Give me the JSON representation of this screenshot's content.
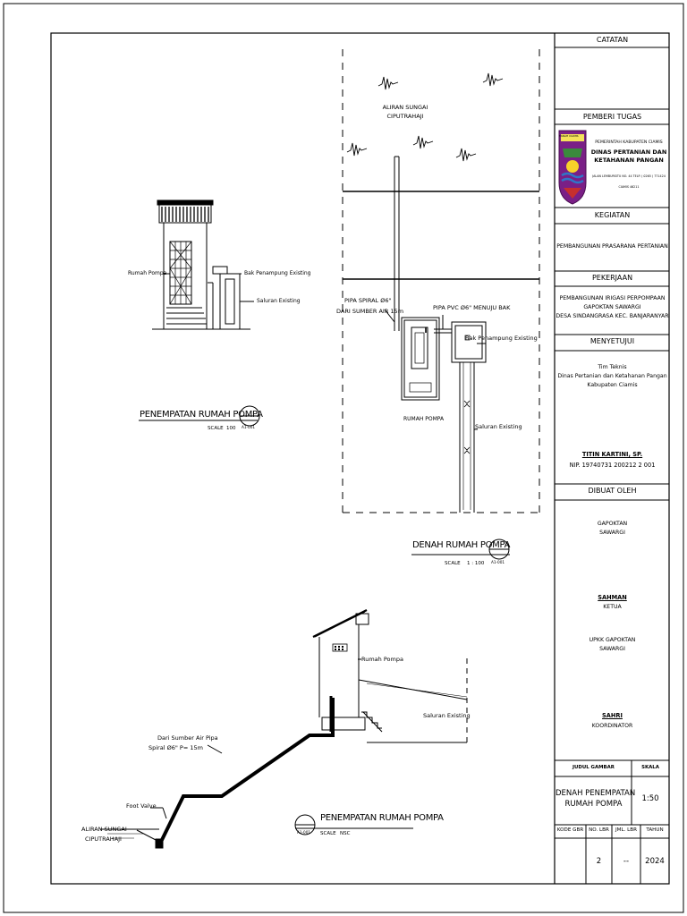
{
  "panels": {
    "catatan_title": "CATATAN",
    "pemberi_tugas_title": "PEMBERI TUGAS",
    "kegiatan_title": "KEGIATAN",
    "pekerjaan_title": "PEKERJAAN",
    "menyetujui_title": "MENYETUJUI",
    "dibuat_oleh_title": "DIBUAT OLEH"
  },
  "pemberi_tugas": {
    "logo_label": "TANAH CIAMIS",
    "line1": "PEMERINTAH KABUPATEN CIAMIS",
    "line2": "DINAS PERTANIAN DAN",
    "line3": "KETAHANAN PANGAN",
    "address1": "JALAN LEMBURSITU NO. 44 TELP. ( 0265 ) 771424",
    "address2": "CIAMIS 46211"
  },
  "kegiatan": {
    "text": "PEMBANGUNAN PRASARANA PERTANIAN"
  },
  "pekerjaan": {
    "line1": "PEMBANGUNAN IRIGASI PERPOMPAAN",
    "line2": "GAPOKTAN SAWARGI",
    "line3": "DESA SINDANGRASA KEC. BANJARANYAR"
  },
  "menyetujui": {
    "line1": "Tim Teknis",
    "line2": "Dinas Pertanian dan Ketahanan Pangan",
    "line3": "Kabupaten Ciamis",
    "name": "TITIN KARTINI, SP.",
    "nip": "NIP. 19740731 200212 2 001"
  },
  "dibuat_oleh": {
    "org1_line1": "GAPOKTAN",
    "org1_line2": "SAWARGI",
    "person1_name": "SAHMAN",
    "person1_role": "KETUA",
    "org2_line1": "UPKK GAPOKTAN",
    "org2_line2": "SAWARGI",
    "person2_name": "SAHRI",
    "person2_role": "KOORDINATOR"
  },
  "title_block": {
    "judul_label": "JUDUL GAMBAR",
    "skala_label": "SKALA",
    "judul_line1": "DENAH PENEMPATAN",
    "judul_line2": "RUMAH POMPA",
    "skala_value": "1:50",
    "kode_label": "KODE GBR",
    "no_lbr_label": "NO. LBR",
    "jml_lbr_label": "JML. LBR",
    "tahun_label": "TAHUN",
    "no_lbr_value": "2",
    "jml_lbr_value": "--",
    "tahun_value": "2024"
  },
  "drawing_top_left": {
    "label_rumah_pompa": "Rumah Pompa",
    "label_bak": "Bak Penampung Existing",
    "label_saluran": "Saluran Existing",
    "title": "PENEMPATAN RUMAH POMPA",
    "scale_text": "SCALE",
    "scale_value": "100",
    "ref": "A1-001"
  },
  "drawing_top_right": {
    "label_sungai_1": "ALIRAN SUNGAI",
    "label_sungai_2": "CIPUTRAHAJI",
    "label_pipa_spiral_1": "PIPA SPIRAL Ø6\"",
    "label_pipa_spiral_2": "DARI SUMBER AIR 15m",
    "label_pipa_pvc": "PIPA PVC Ø6\" MENUJU BAK",
    "label_bak": "Bak Penampung Existing",
    "label_rumah": "RUMAH POMPA",
    "label_saluran": "Saluran Existing",
    "title": "DENAH RUMAH POMPA",
    "scale_text": "SCALE",
    "scale_value": "1 : 100",
    "ref": "A1-001"
  },
  "drawing_bottom": {
    "label_rumah_pompa": "Rumah Pompa",
    "label_saluran": "Saluran Existing",
    "label_sumber_1": "Dari Sumber Air Pipa",
    "label_sumber_2": "Spiral Ø6\" P= 15m",
    "label_foot_valve": "Foot Valve",
    "label_sungai_1": "ALIRAN SUNGAI",
    "label_sungai_2": "CIPUTRAHAJI",
    "title": "PENEMPATAN RUMAH POMPA",
    "scale_text": "SCALE",
    "scale_value": "NSC",
    "ref": "A1-001"
  }
}
